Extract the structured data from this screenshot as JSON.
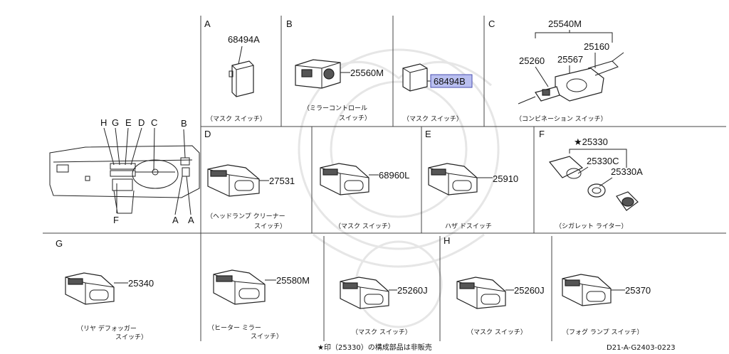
{
  "sections": {
    "A": {
      "letter": "A",
      "part": "68494A",
      "caption": "（マスク スイッチ）"
    },
    "B": {
      "letter": "B",
      "part1": "25560M",
      "caption1a": "（ミラーコントロール",
      "caption1b": "スイッチ）",
      "part2": "68494B",
      "caption2": "（マスク スイッチ）"
    },
    "C": {
      "letter": "C",
      "top": "25540M",
      "p1": "25260",
      "p2": "25567",
      "p3": "25160",
      "caption": "（コンビネーション スイッチ）"
    },
    "D": {
      "letter": "D",
      "part1": "27531",
      "caption1a": "（ヘッドランプ クリーナー",
      "caption1b": "スイッチ）",
      "part2": "68960L",
      "caption2": "（マスク スイッチ）"
    },
    "E": {
      "letter": "E",
      "part": "25910",
      "caption": "ハザ ドスイッチ"
    },
    "F": {
      "letter": "F",
      "top": "★25330",
      "p1": "25330C",
      "p2": "25330A",
      "caption": "（シガレット ライター）"
    },
    "G": {
      "letter": "G",
      "part1": "25340",
      "caption1a": "（リヤ デフォッガー",
      "caption1b": "スイッチ）",
      "part2": "25580M",
      "caption2a": "（ヒーター ミラー",
      "caption2b": "スイッチ）",
      "part3": "25260J",
      "caption3": "（マスク スイッチ）"
    },
    "H": {
      "letter": "H",
      "part1": "25260J",
      "caption1": "（マスク スイッチ）",
      "part2": "25370",
      "caption2": "（フォグ ランプ スイッチ）"
    }
  },
  "overview": {
    "labels": [
      "H",
      "G",
      "E",
      "D",
      "C",
      "B"
    ],
    "bottom_labels": [
      "F",
      "A",
      "A"
    ]
  },
  "footer": {
    "note": "★印（25330）の構成部品は非販売",
    "code": "D21-A-G2403-0223"
  }
}
